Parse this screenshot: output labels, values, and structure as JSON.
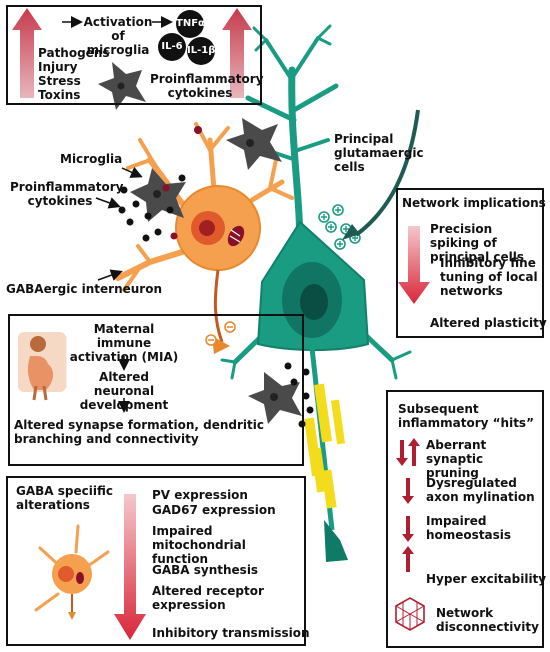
{
  "top_box": {
    "activation": "Activation of microglia",
    "stressors": [
      "Pathogens",
      "Injury",
      "Stress",
      "Toxins"
    ],
    "cytokine_labels": [
      "TNFα",
      "IL-6",
      "IL-1β"
    ],
    "cytokines_caption": "Proinflammatory cytokines"
  },
  "labels": {
    "principal_cells": "Principal glutamaergic cells",
    "microglia": "Microglia",
    "proinflammatory": "Proinflammatory cytokines",
    "interneuron": "GABAergic interneuron"
  },
  "network_box": {
    "title": "Network implications",
    "items": [
      "Precision spiking of principal cells",
      "Inhibitory fine tuning of local networks",
      "Altered plasticity"
    ]
  },
  "mia_box": {
    "step1": "Maternal immune activation (MIA)",
    "step2": "Altered neuronal development",
    "step3": "Altered synapse formation, dendritic branching and connectivity"
  },
  "hits_box": {
    "title": "Subsequent inflammatory “hits”",
    "items": [
      "Aberrant synaptic pruning",
      "Dysregulated axon mylination",
      "Impaired homeostasis",
      "Hyper excitability",
      "Network disconnectivity"
    ]
  },
  "gaba_box": {
    "title": "GABA speciific alterations",
    "items": [
      "PV expression",
      "GAD67 expression",
      "Impaired mitochondrial function",
      "GABA synthesis",
      "Altered receptor expression",
      "Inhibitory transmission"
    ]
  },
  "colors": {
    "principal": "#199c82",
    "principal_dark": "#0f7a66",
    "interneuron": "#f5a04e",
    "arrow_red": "#d9263a",
    "microglia": "#4a4a4a",
    "myelin": "#f2dc1c"
  }
}
